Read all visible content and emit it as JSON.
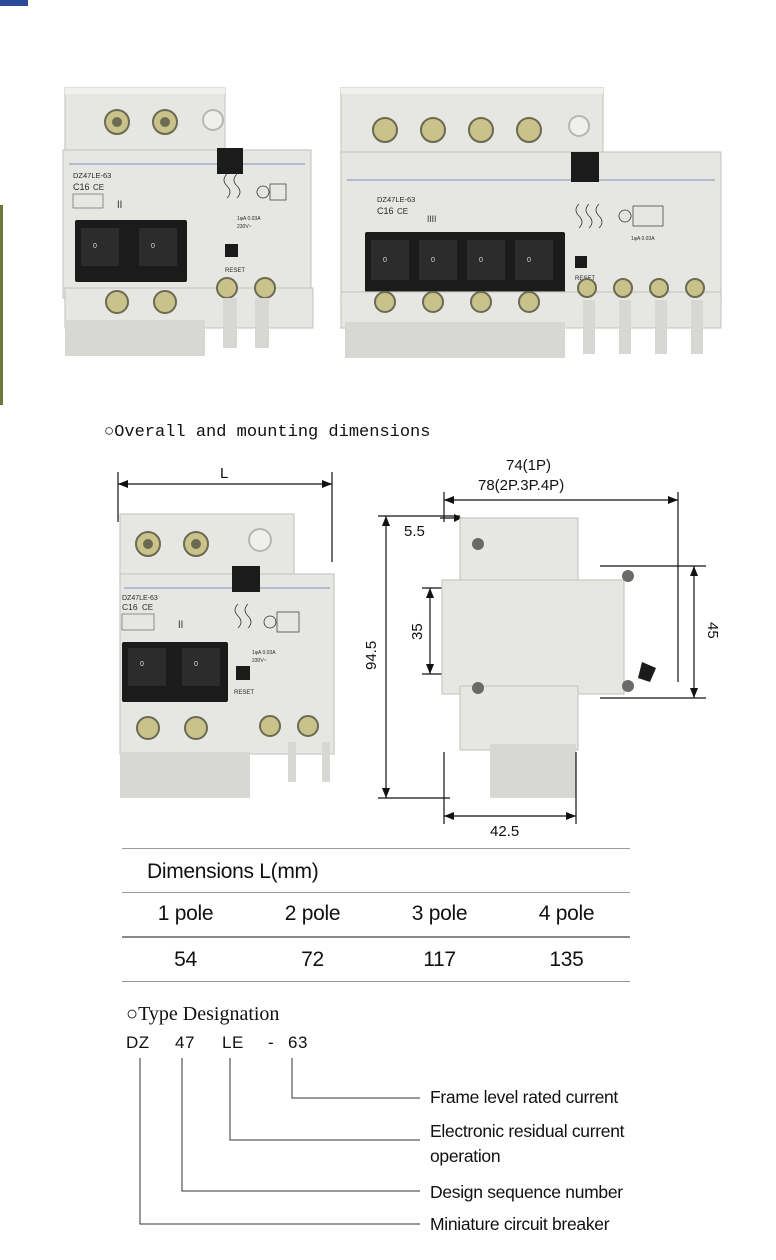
{
  "photo": {
    "left_device": {
      "model_label": "DZ47LE-63",
      "rating_label": "C16",
      "cert_label": "CE",
      "reset_label": "RESET",
      "switch_marks": [
        "0",
        "0"
      ]
    },
    "right_device": {
      "model_label": "DZ47LE-63",
      "rating_label": "C16",
      "cert_label": "CE",
      "reset_label": "RESET",
      "switch_marks": [
        "0",
        "0",
        "0",
        "0"
      ]
    }
  },
  "dimensions_section": {
    "title": "○Overall and mounting dimensions",
    "front_view": {
      "width_label": "L",
      "model_label": "DZ47LE-63",
      "rating_label": "C16",
      "cert_label": "CE",
      "reset_label": "RESET",
      "switch_marks": [
        "0",
        "0"
      ]
    },
    "side_view": {
      "depth_1p": "74(1P)",
      "depth_multi": "78(2P.3P.4P)",
      "offset_top": "5.5",
      "rail_gap": "35",
      "height": "94.5",
      "mount_height": "45",
      "base_depth": "42.5"
    }
  },
  "dimension_table": {
    "caption": "Dimensions L(mm)",
    "headers": [
      "1 pole",
      "2 pole",
      "3 pole",
      "4 pole"
    ],
    "values": [
      "54",
      "72",
      "117",
      "135"
    ]
  },
  "type_designation": {
    "title": "○Type Designation",
    "code_parts": [
      "DZ",
      "47",
      "LE",
      "-",
      "63"
    ],
    "meanings": [
      "Frame level rated current",
      "Electronic residual current",
      "operation",
      "Design sequence number",
      "Miniature circuit breaker"
    ]
  }
}
